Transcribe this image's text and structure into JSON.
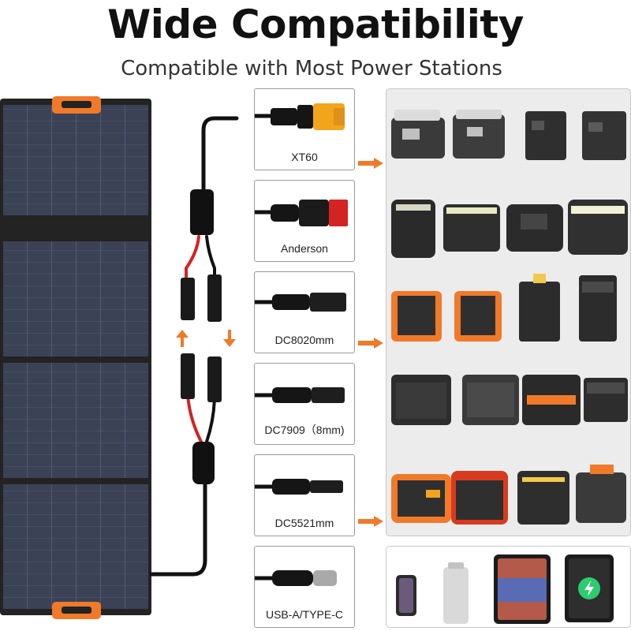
{
  "header": {
    "title": "Wide Compatibility",
    "subtitle": "Compatible with Most Power Stations"
  },
  "connectors": [
    {
      "label": "XT60",
      "icon": "xt60-plug-icon"
    },
    {
      "label": "Anderson",
      "icon": "anderson-plug-icon"
    },
    {
      "label": "DC8020mm",
      "icon": "dc-barrel-plug-icon"
    },
    {
      "label": "DC7909（8mm)",
      "icon": "dc-barrel-plug-icon"
    },
    {
      "label": "DC5521mm",
      "icon": "dc-barrel-plug-icon"
    },
    {
      "label": "USB-A/TYPE-C",
      "icon": "usb-c-plug-icon"
    }
  ],
  "colors": {
    "accent_orange": "#f07a2a",
    "panel_cell": "#3b4255",
    "grid_background": "#ececec",
    "cable": "#111111",
    "cable_red": "#d32323"
  },
  "compatible_devices": [
    "phone-icon",
    "power-bank-icon",
    "tablet-icon",
    "wireless-charging-tablet-icon"
  ]
}
